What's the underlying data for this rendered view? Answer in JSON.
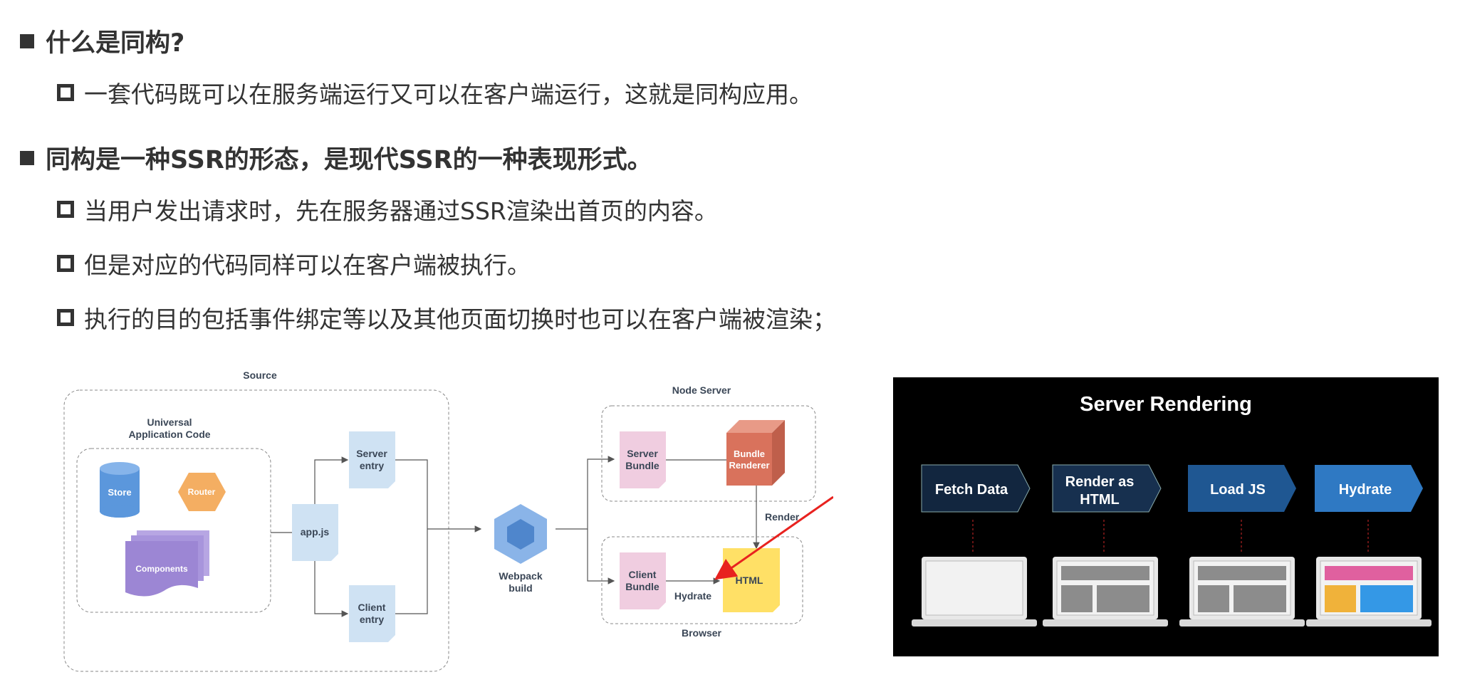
{
  "section1": {
    "title": "什么是同构?",
    "points": [
      "一套代码既可以在服务端运行又可以在客户端运行，这就是同构应用。"
    ]
  },
  "section2": {
    "title": "同构是一种SSR的形态，是现代SSR的一种表现形式。",
    "points": [
      "当用户发出请求时，先在服务器通过SSR渲染出首页的内容。",
      "但是对应的代码同样可以在客户端被执行。",
      "执行的目的包括事件绑定等以及其他页面切换时也可以在客户端被渲染；"
    ]
  },
  "diagram": {
    "source_label": "Source",
    "universal_label_1": "Universal",
    "universal_label_2": "Application Code",
    "store": "Store",
    "router": "Router",
    "components": "Components",
    "appjs": "app.js",
    "server_entry_1": "Server",
    "server_entry_2": "entry",
    "client_entry_1": "Client",
    "client_entry_2": "entry",
    "webpack_1": "Webpack",
    "webpack_2": "build",
    "node_server": "Node Server",
    "server_bundle_1": "Server",
    "server_bundle_2": "Bundle",
    "bundle_renderer_1": "Bundle",
    "bundle_renderer_2": "Renderer",
    "render": "Render",
    "client_bundle_1": "Client",
    "client_bundle_2": "Bundle",
    "hydrate": "Hydrate",
    "html": "HTML",
    "browser": "Browser"
  },
  "server_rendering": {
    "title": "Server Rendering",
    "steps": [
      {
        "line1": "Fetch Data",
        "line2": ""
      },
      {
        "line1": "Render as",
        "line2": "HTML"
      },
      {
        "line1": "Load JS",
        "line2": ""
      },
      {
        "line1": "Hydrate",
        "line2": ""
      }
    ],
    "colors": {
      "step1": "#12263f",
      "step2": "#17304f",
      "step3": "#1f5792",
      "step4": "#2f79c3",
      "pink": "#e0609f",
      "yellow": "#f0b23a",
      "blue": "#3498e6"
    }
  }
}
